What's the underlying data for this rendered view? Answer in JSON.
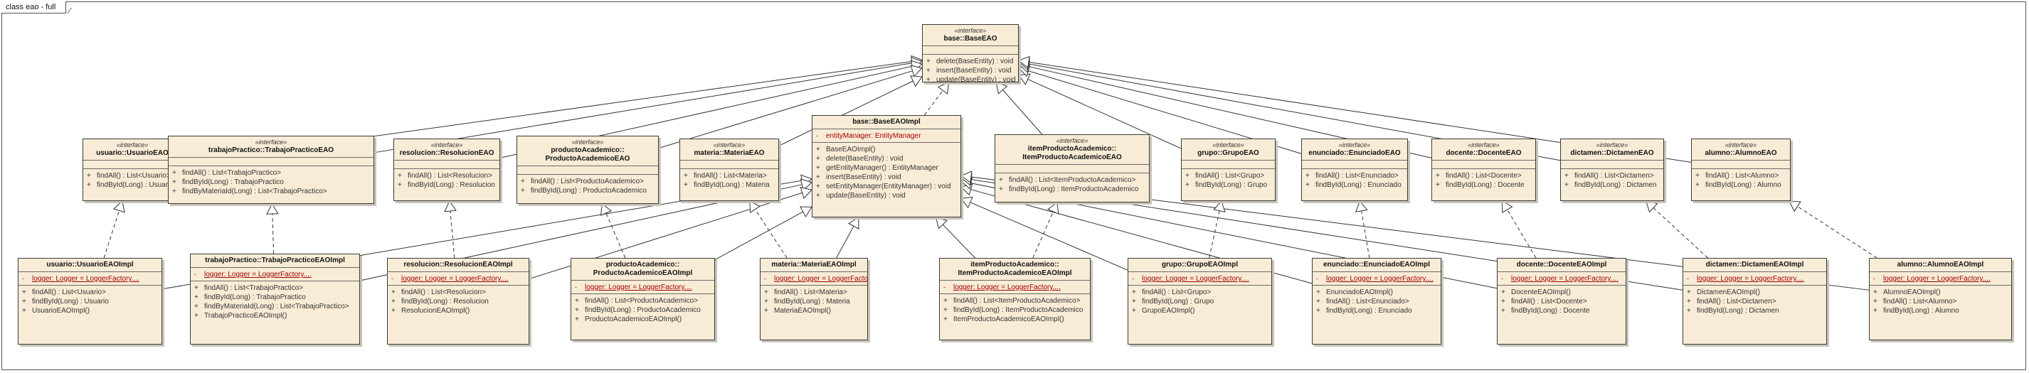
{
  "frame": {
    "label": "class eao - full"
  },
  "boxes": [
    {
      "id": "baseEAO",
      "stereotype": "«interface»",
      "name": "base::BaseEAO",
      "attributes": [],
      "operations": [
        {
          "vis": "+",
          "text": "delete(BaseEntity) : void"
        },
        {
          "vis": "+",
          "text": "insert(BaseEntity) : void"
        },
        {
          "vis": "+",
          "text": "update(BaseEntity) : void"
        }
      ]
    },
    {
      "id": "baseEAOImpl",
      "stereotype": "",
      "name": "base::BaseEAOImpl",
      "attributes": [
        {
          "vis": "-",
          "text": "entityManager:  EntityManager",
          "static": false
        }
      ],
      "operations": [
        {
          "vis": "+",
          "text": "BaseEAOImpl()"
        },
        {
          "vis": "+",
          "text": "delete(BaseEntity) : void"
        },
        {
          "vis": "+",
          "text": "getEntityManager() : EntityManager"
        },
        {
          "vis": "+",
          "text": "insert(BaseEntity) : void"
        },
        {
          "vis": "+",
          "text": "setEntityManager(EntityManager) : void"
        },
        {
          "vis": "+",
          "text": "update(BaseEntity) : void"
        }
      ]
    },
    {
      "id": "usuarioEAO",
      "stereotype": "«interface»",
      "name": "usuario::UsuarioEAO",
      "attributes": [],
      "operations": [
        {
          "vis": "+",
          "text": "findAll() : List<Usuario>"
        },
        {
          "vis": "+",
          "text": "findById(Long) : Usuario"
        }
      ]
    },
    {
      "id": "trabajoEAO",
      "stereotype": "«interface»",
      "name": "trabajoPractico::TrabajoPracticoEAO",
      "attributes": [],
      "operations": [
        {
          "vis": "+",
          "text": "findAll() : List<TrabajoPractico>"
        },
        {
          "vis": "+",
          "text": "findById(Long) : TrabajoPractico"
        },
        {
          "vis": "+",
          "text": "findByMateriaId(Long) : List<TrabajoPractico>"
        }
      ]
    },
    {
      "id": "resolucionEAO",
      "stereotype": "«interface»",
      "name": "resolucion::ResolucionEAO",
      "attributes": [],
      "operations": [
        {
          "vis": "+",
          "text": "findAll() : List<Resolucion>"
        },
        {
          "vis": "+",
          "text": "findById(Long) : Resolucion"
        }
      ]
    },
    {
      "id": "productoEAO",
      "stereotype": "«interface»",
      "name": "productoAcademico::\nProductoAcademicoEAO",
      "attributes": [],
      "operations": [
        {
          "vis": "+",
          "text": "findAll() : List<ProductoAcademico>"
        },
        {
          "vis": "+",
          "text": "findById(Long) : ProductoAcademico"
        }
      ]
    },
    {
      "id": "materiaEAO",
      "stereotype": "«interface»",
      "name": "materia::MateriaEAO",
      "attributes": [],
      "operations": [
        {
          "vis": "+",
          "text": "findAll() : List<Materia>"
        },
        {
          "vis": "+",
          "text": "findById(Long) : Materia"
        }
      ]
    },
    {
      "id": "itemEAO",
      "stereotype": "«interface»",
      "name": "itemProductoAcademico::\nItemProductoAcademicoEAO",
      "attributes": [],
      "operations": [
        {
          "vis": "+",
          "text": "findAll() : List<ItemProductoAcademico>"
        },
        {
          "vis": "+",
          "text": "findById(Long) : ItemProductoAcademico"
        }
      ]
    },
    {
      "id": "grupoEAO",
      "stereotype": "«interface»",
      "name": "grupo::GrupoEAO",
      "attributes": [],
      "operations": [
        {
          "vis": "+",
          "text": "findAll() : List<Grupo>"
        },
        {
          "vis": "+",
          "text": "findById(Long) : Grupo"
        }
      ]
    },
    {
      "id": "enunciadoEAO",
      "stereotype": "«interface»",
      "name": "enunciado::EnunciadoEAO",
      "attributes": [],
      "operations": [
        {
          "vis": "+",
          "text": "findAll() : List<Enunciado>"
        },
        {
          "vis": "+",
          "text": "findById(Long) : Enunciado"
        }
      ]
    },
    {
      "id": "docenteEAO",
      "stereotype": "«interface»",
      "name": "docente::DocenteEAO",
      "attributes": [],
      "operations": [
        {
          "vis": "+",
          "text": "findAll() : List<Docente>"
        },
        {
          "vis": "+",
          "text": "findById(Long) : Docente"
        }
      ]
    },
    {
      "id": "dictamenEAO",
      "stereotype": "«interface»",
      "name": "dictamen::DictamenEAO",
      "attributes": [],
      "operations": [
        {
          "vis": "+",
          "text": "findAll() : List<Dictamen>"
        },
        {
          "vis": "+",
          "text": "findById(Long) : Dictamen"
        }
      ]
    },
    {
      "id": "alumnoEAO",
      "stereotype": "«interface»",
      "name": "alumno::AlumnoEAO",
      "attributes": [],
      "operations": [
        {
          "vis": "+",
          "text": "findAll() : List<Alumno>"
        },
        {
          "vis": "+",
          "text": "findById(Long) : Alumno"
        }
      ]
    },
    {
      "id": "usuarioImpl",
      "stereotype": "",
      "name": "usuario::UsuarioEAOImpl",
      "attributes": [
        {
          "vis": "-",
          "text": "logger:  Logger = LoggerFactory....",
          "static": true
        }
      ],
      "operations": [
        {
          "vis": "+",
          "text": "findAll() : List<Usuario>"
        },
        {
          "vis": "+",
          "text": "findById(Long) : Usuario"
        },
        {
          "vis": "+",
          "text": "UsuarioEAOImpl()"
        }
      ]
    },
    {
      "id": "trabajoImpl",
      "stereotype": "",
      "name": "trabajoPractico::TrabajoPracticoEAOImpl",
      "attributes": [
        {
          "vis": "-",
          "text": "logger:  Logger = LoggerFactory....",
          "static": true
        }
      ],
      "operations": [
        {
          "vis": "+",
          "text": "findAll() : List<TrabajoPractico>"
        },
        {
          "vis": "+",
          "text": "findById(Long) : TrabajoPractico"
        },
        {
          "vis": "+",
          "text": "findByMateriaId(Long) : List<TrabajoPractico>"
        },
        {
          "vis": "+",
          "text": "TrabajoPracticoEAOImpl()"
        }
      ]
    },
    {
      "id": "resolucionImpl",
      "stereotype": "",
      "name": "resolucion::ResolucionEAOImpl",
      "attributes": [
        {
          "vis": "-",
          "text": "logger:  Logger = LoggerFactory....",
          "static": true
        }
      ],
      "operations": [
        {
          "vis": "+",
          "text": "findAll() : List<Resolucion>"
        },
        {
          "vis": "+",
          "text": "findById(Long) : Resolucion"
        },
        {
          "vis": "+",
          "text": "ResolucionEAOImpl()"
        }
      ]
    },
    {
      "id": "productoImpl",
      "stereotype": "",
      "name": "productoAcademico::\nProductoAcademicoEAOImpl",
      "attributes": [
        {
          "vis": "-",
          "text": "logger:  Logger = LoggerFactory....",
          "static": true
        }
      ],
      "operations": [
        {
          "vis": "+",
          "text": "findAll() : List<ProductoAcademico>"
        },
        {
          "vis": "+",
          "text": "findById(Long) : ProductoAcademico"
        },
        {
          "vis": "+",
          "text": "ProductoAcademicoEAOImpl()"
        }
      ]
    },
    {
      "id": "materiaImpl",
      "stereotype": "",
      "name": "materia::MateriaEAOImpl",
      "attributes": [
        {
          "vis": "-",
          "text": "logger:  Logger = LoggerFactory....",
          "static": true
        }
      ],
      "operations": [
        {
          "vis": "+",
          "text": "findAll() : List<Materia>"
        },
        {
          "vis": "+",
          "text": "findById(Long) : Materia"
        },
        {
          "vis": "+",
          "text": "MateriaEAOImpl()"
        }
      ]
    },
    {
      "id": "itemImpl",
      "stereotype": "",
      "name": "itemProductoAcademico::\nItemProductoAcademicoEAOImpl",
      "attributes": [
        {
          "vis": "-",
          "text": "logger:  Logger = LoggerFactory....",
          "static": true
        }
      ],
      "operations": [
        {
          "vis": "+",
          "text": "findAll() : List<ItemProductoAcademico>"
        },
        {
          "vis": "+",
          "text": "findById(Long) : ItemProductoAcademico"
        },
        {
          "vis": "+",
          "text": "ItemProductoAcademicoEAOImpl()"
        }
      ]
    },
    {
      "id": "grupoImpl",
      "stereotype": "",
      "name": "grupo::GrupoEAOImpl",
      "attributes": [
        {
          "vis": "-",
          "text": "logger:  Logger = LoggerFactory....",
          "static": true
        }
      ],
      "operations": [
        {
          "vis": "+",
          "text": "findAll() : List<Grupo>"
        },
        {
          "vis": "+",
          "text": "findById(Long) : Grupo"
        },
        {
          "vis": "+",
          "text": "GrupoEAOImpl()"
        }
      ]
    },
    {
      "id": "enunciadoImpl",
      "stereotype": "",
      "name": "enunciado::EnunciadoEAOImpl",
      "attributes": [
        {
          "vis": "-",
          "text": "logger:  Logger = LoggerFactory....",
          "static": true
        }
      ],
      "operations": [
        {
          "vis": "+",
          "text": "EnunciadoEAOImpl()"
        },
        {
          "vis": "+",
          "text": "findAll() : List<Enunciado>"
        },
        {
          "vis": "+",
          "text": "findById(Long) : Enunciado"
        }
      ]
    },
    {
      "id": "docenteImpl",
      "stereotype": "",
      "name": "docente::DocenteEAOImpl",
      "attributes": [
        {
          "vis": "-",
          "text": "logger:  Logger = LoggerFactory....",
          "static": true
        }
      ],
      "operations": [
        {
          "vis": "+",
          "text": "DocenteEAOImpl()"
        },
        {
          "vis": "+",
          "text": "findAll() : List<Docente>"
        },
        {
          "vis": "+",
          "text": "findById(Long) : Docente"
        }
      ]
    },
    {
      "id": "dictamenImpl",
      "stereotype": "",
      "name": "dictamen::DictamenEAOImpl",
      "attributes": [
        {
          "vis": "-",
          "text": "logger:  Logger = LoggerFactory....",
          "static": true
        }
      ],
      "operations": [
        {
          "vis": "+",
          "text": "DictamenEAOImpl()"
        },
        {
          "vis": "+",
          "text": "findAll() : List<Dictamen>"
        },
        {
          "vis": "+",
          "text": "findById(Long) : Dictamen"
        }
      ]
    },
    {
      "id": "alumnoImpl",
      "stereotype": "",
      "name": "alumno::AlumnoEAOImpl",
      "attributes": [
        {
          "vis": "-",
          "text": "logger:  Logger = LoggerFactory....",
          "static": true
        }
      ],
      "operations": [
        {
          "vis": "+",
          "text": "AlumnoEAOImpl()"
        },
        {
          "vis": "+",
          "text": "findAll() : List<Alumno>"
        },
        {
          "vis": "+",
          "text": "findById(Long) : Alumno"
        }
      ]
    }
  ],
  "relations": [
    {
      "from": "usuarioEAO",
      "to": "baseEAO",
      "kind": "generalization"
    },
    {
      "from": "trabajoEAO",
      "to": "baseEAO",
      "kind": "generalization"
    },
    {
      "from": "resolucionEAO",
      "to": "baseEAO",
      "kind": "generalization"
    },
    {
      "from": "productoEAO",
      "to": "baseEAO",
      "kind": "generalization"
    },
    {
      "from": "materiaEAO",
      "to": "baseEAO",
      "kind": "generalization"
    },
    {
      "from": "itemEAO",
      "to": "baseEAO",
      "kind": "generalization"
    },
    {
      "from": "grupoEAO",
      "to": "baseEAO",
      "kind": "generalization"
    },
    {
      "from": "enunciadoEAO",
      "to": "baseEAO",
      "kind": "generalization"
    },
    {
      "from": "docenteEAO",
      "to": "baseEAO",
      "kind": "generalization"
    },
    {
      "from": "dictamenEAO",
      "to": "baseEAO",
      "kind": "generalization"
    },
    {
      "from": "alumnoEAO",
      "to": "baseEAO",
      "kind": "generalization"
    },
    {
      "from": "baseEAOImpl",
      "to": "baseEAO",
      "kind": "realization"
    },
    {
      "from": "usuarioImpl",
      "to": "baseEAOImpl",
      "kind": "generalization"
    },
    {
      "from": "trabajoImpl",
      "to": "baseEAOImpl",
      "kind": "generalization"
    },
    {
      "from": "resolucionImpl",
      "to": "baseEAOImpl",
      "kind": "generalization"
    },
    {
      "from": "productoImpl",
      "to": "baseEAOImpl",
      "kind": "generalization"
    },
    {
      "from": "materiaImpl",
      "to": "baseEAOImpl",
      "kind": "generalization"
    },
    {
      "from": "itemImpl",
      "to": "baseEAOImpl",
      "kind": "generalization"
    },
    {
      "from": "grupoImpl",
      "to": "baseEAOImpl",
      "kind": "generalization"
    },
    {
      "from": "enunciadoImpl",
      "to": "baseEAOImpl",
      "kind": "generalization"
    },
    {
      "from": "docenteImpl",
      "to": "baseEAOImpl",
      "kind": "generalization"
    },
    {
      "from": "dictamenImpl",
      "to": "baseEAOImpl",
      "kind": "generalization"
    },
    {
      "from": "alumnoImpl",
      "to": "baseEAOImpl",
      "kind": "generalization"
    },
    {
      "from": "usuarioImpl",
      "to": "usuarioEAO",
      "kind": "realization"
    },
    {
      "from": "trabajoImpl",
      "to": "trabajoEAO",
      "kind": "realization"
    },
    {
      "from": "resolucionImpl",
      "to": "resolucionEAO",
      "kind": "realization"
    },
    {
      "from": "productoImpl",
      "to": "productoEAO",
      "kind": "realization"
    },
    {
      "from": "materiaImpl",
      "to": "materiaEAO",
      "kind": "realization"
    },
    {
      "from": "itemImpl",
      "to": "itemEAO",
      "kind": "realization"
    },
    {
      "from": "grupoImpl",
      "to": "grupoEAO",
      "kind": "realization"
    },
    {
      "from": "enunciadoImpl",
      "to": "enunciadoEAO",
      "kind": "realization"
    },
    {
      "from": "docenteImpl",
      "to": "docenteEAO",
      "kind": "realization"
    },
    {
      "from": "dictamenImpl",
      "to": "dictamenEAO",
      "kind": "realization"
    },
    {
      "from": "alumnoImpl",
      "to": "alumnoEAO",
      "kind": "realization"
    }
  ]
}
